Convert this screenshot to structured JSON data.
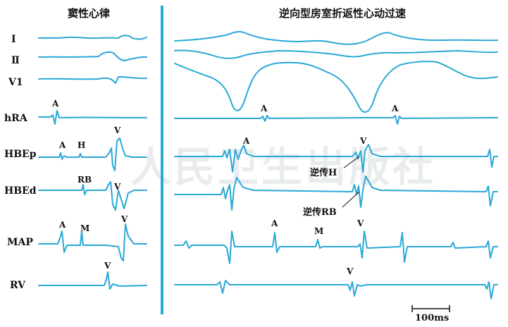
{
  "titles": {
    "left": "窦性心律",
    "right": "逆向型房室折返性心动过速"
  },
  "leads": [
    "Ⅰ",
    "Ⅱ",
    "V1",
    "hRA",
    "HBEp",
    "HBEd",
    "MAP",
    "RV"
  ],
  "annotations": {
    "left": [
      "A",
      "A",
      "H",
      "V",
      "RB",
      "V",
      "A",
      "M",
      "V",
      "V"
    ],
    "right": [
      "A",
      "A",
      "A",
      "V",
      "逆传H",
      "逆传RB",
      "A",
      "M",
      "V",
      "V"
    ]
  },
  "scale_bar": {
    "label": "100ms",
    "value_ms": 100
  },
  "watermark": "人民卫生出版社",
  "colors": {
    "trace": "#2aa8d6",
    "divider": "#2aa8d6",
    "text": "#111111"
  }
}
